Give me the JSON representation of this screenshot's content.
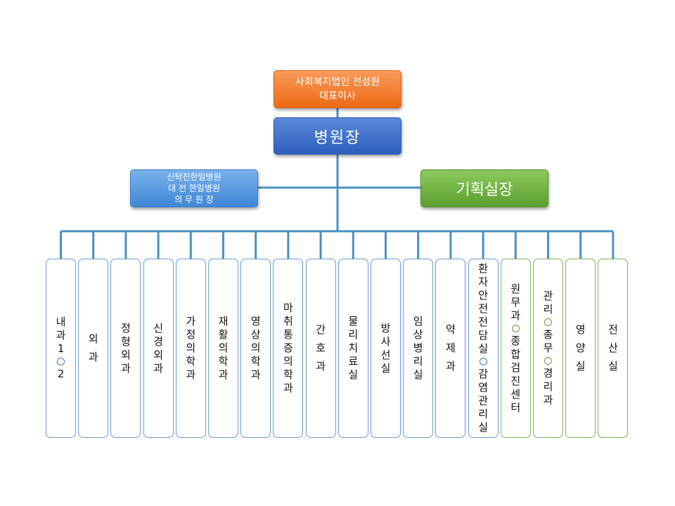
{
  "top_box": {
    "line1": "사회복지법인 천성원",
    "line2": "대표이사"
  },
  "director_box": {
    "label": "병원장"
  },
  "medical_director_box": {
    "line1": "신탁진한일병원",
    "line2": "대 전 한일병원",
    "line3": "의 무 원 장"
  },
  "planning_box": {
    "label": "기획실장"
  },
  "departments": [
    {
      "lines": [
        "내과1",
        "○",
        "2"
      ],
      "border": "#6a9bd0"
    },
    {
      "lines": [
        "외",
        "",
        "과"
      ],
      "border": "#6a9bd0"
    },
    {
      "lines": [
        "정형외과"
      ],
      "border": "#6a9bd0"
    },
    {
      "lines": [
        "신경외과"
      ],
      "border": "#6a9bd0"
    },
    {
      "lines": [
        "가정의학과"
      ],
      "border": "#6a9bd0"
    },
    {
      "lines": [
        "재활의학과"
      ],
      "border": "#6a9bd0"
    },
    {
      "lines": [
        "영상의학과"
      ],
      "border": "#6a9bd0"
    },
    {
      "lines": [
        "마취통증의학과"
      ],
      "border": "#6a9bd0"
    },
    {
      "lines": [
        "간",
        "",
        "호",
        "",
        "과"
      ],
      "border": "#6a9bd0"
    },
    {
      "lines": [
        "물리치료실"
      ],
      "border": "#6a9bd0"
    },
    {
      "lines": [
        "방사선실"
      ],
      "border": "#6a9bd0"
    },
    {
      "lines": [
        "임상병리실"
      ],
      "border": "#6a9bd0"
    },
    {
      "lines": [
        "약",
        "",
        "제",
        "",
        "과"
      ],
      "border": "#6a9bd0"
    },
    {
      "lines": [
        "환자안전전담실",
        "○",
        "감염관리실"
      ],
      "border": "#6a9bd0"
    },
    {
      "lines": [
        "원무과",
        "○",
        "종합검진센터"
      ],
      "border": "#7fb356"
    },
    {
      "lines": [
        "관리",
        "○",
        "총무",
        "○",
        "경리과"
      ],
      "border": "#7fb356"
    },
    {
      "lines": [
        "영",
        "",
        "양",
        "",
        "실"
      ],
      "border": "#7fb356"
    },
    {
      "lines": [
        "전",
        "",
        "산",
        "",
        "실"
      ],
      "border": "#7fb356"
    }
  ],
  "colors": {
    "connector": "#4a90c2",
    "orange": "#ec6a15",
    "blue_dark": "#2d5fbe",
    "blue_light": "#4087d6",
    "green": "#5d9e31",
    "dept_border_blue": "#6a9bd0",
    "dept_border_green": "#7fb356"
  }
}
